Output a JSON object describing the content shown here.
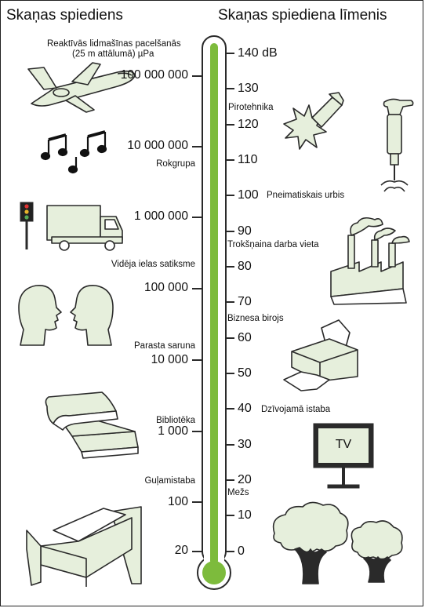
{
  "titles": {
    "left": "Skaņas spiediens",
    "right": "Skaņas spiediena līmenis"
  },
  "unit_note": {
    "line1": "Reaktīvās lidmašīnas pacelšanās",
    "line2": "(25 m attālumā) µPa"
  },
  "pressure_values": [
    "100 000 000",
    "10 000 000",
    "1 000 000",
    "100 000",
    "10 000",
    "1 000",
    "100",
    "20"
  ],
  "left_labels": [
    "Rokgrupa",
    "Vidēja ielas satiksme",
    "Parasta saruna",
    "Bibliotēka",
    "Guļamistaba"
  ],
  "db_values": [
    "140 dB",
    "130",
    "120",
    "110",
    "100",
    "90",
    "80",
    "70",
    "60",
    "50",
    "40",
    "30",
    "20",
    "10",
    "0"
  ],
  "right_labels": [
    "Pirotehnika",
    "Pneimatiskais urbis",
    "Trokšņaina darba vieta",
    "Biznesa birojs",
    "Dzīvojamā istaba",
    "Mežs"
  ],
  "tv_text": "TV",
  "colors": {
    "mercury": "#7dbb3c",
    "illustration_fill": "#e6efdc",
    "outline": "#2a2a2a"
  },
  "icons": [
    "airplane-icon",
    "music-notes-icon",
    "traffic-light-icon",
    "truck-icon",
    "faces-icon",
    "books-icon",
    "bed-icon",
    "firework-icon",
    "jackhammer-icon",
    "factory-icon",
    "printer-icon",
    "tv-icon",
    "trees-icon"
  ]
}
